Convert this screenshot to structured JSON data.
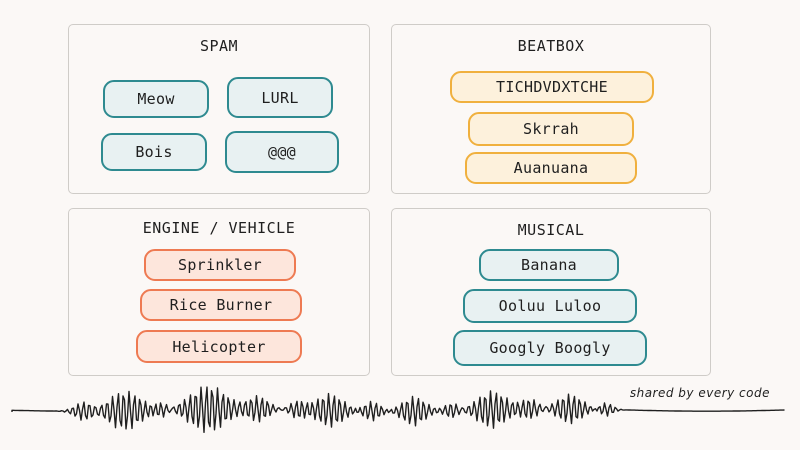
{
  "panels": {
    "spam": {
      "title": "SPAM",
      "chips": [
        "Meow",
        "LURL",
        "Bois",
        "@@@"
      ]
    },
    "beatbox": {
      "title": "BEATBOX",
      "chips": [
        "TICHDVDXTCHE",
        "Skrrah",
        "Auanuana"
      ]
    },
    "engine": {
      "title": "ENGINE / VEHICLE",
      "chips": [
        "Sprinkler",
        "Rice Burner",
        "Helicopter"
      ]
    },
    "musical": {
      "title": "MUSICAL",
      "chips": [
        "Banana",
        "Ooluu Luloo",
        "Googly Boogly"
      ]
    }
  },
  "footer": {
    "label": "shared by every code"
  },
  "colors": {
    "background": "#fbf8f6",
    "panel_border": "#cfccc8",
    "teal": "#2e8a90",
    "amber": "#f0b03e",
    "coral": "#ee7a52",
    "ink": "#1f1f1f"
  }
}
